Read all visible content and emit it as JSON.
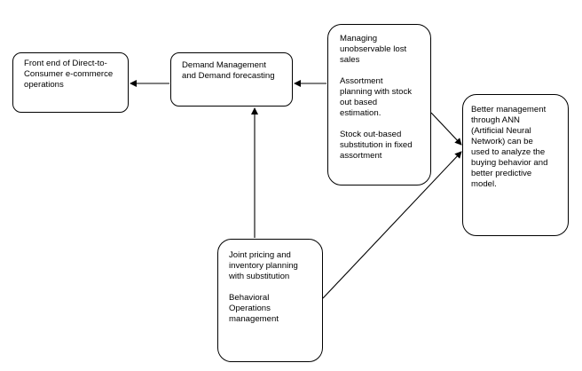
{
  "nodes": {
    "front_end": {
      "lines": [
        "Front end of Direct-to-",
        "Consumer e-commerce",
        "operations"
      ]
    },
    "demand": {
      "lines": [
        "Demand Management",
        "and Demand forecasting"
      ]
    },
    "managing": {
      "para1": "Managing\nunobservable lost\nsales",
      "para2": "Assortment\nplanning with stock\nout based\nestimation.",
      "para3": "Stock out-based\nsubstitution in fixed\nassortment"
    },
    "ann": {
      "text": "Better management\nthrough ANN\n(Artificial Neural\nNetwork) can be\nused to analyze the\nbuying behavior and\nbetter predictive\nmodel."
    },
    "joint": {
      "para1": "Joint pricing and\ninventory planning\nwith substitution",
      "para2": "Behavioral\nOperations\nmanagement"
    }
  },
  "edges": [
    {
      "from": "demand",
      "to": "front_end"
    },
    {
      "from": "managing",
      "to": "demand"
    },
    {
      "from": "joint",
      "to": "demand"
    },
    {
      "from": "managing",
      "to": "ann"
    },
    {
      "from": "joint",
      "to": "ann"
    }
  ],
  "colors": {
    "stroke": "#000000",
    "fill": "#ffffff",
    "text": "#000000"
  }
}
